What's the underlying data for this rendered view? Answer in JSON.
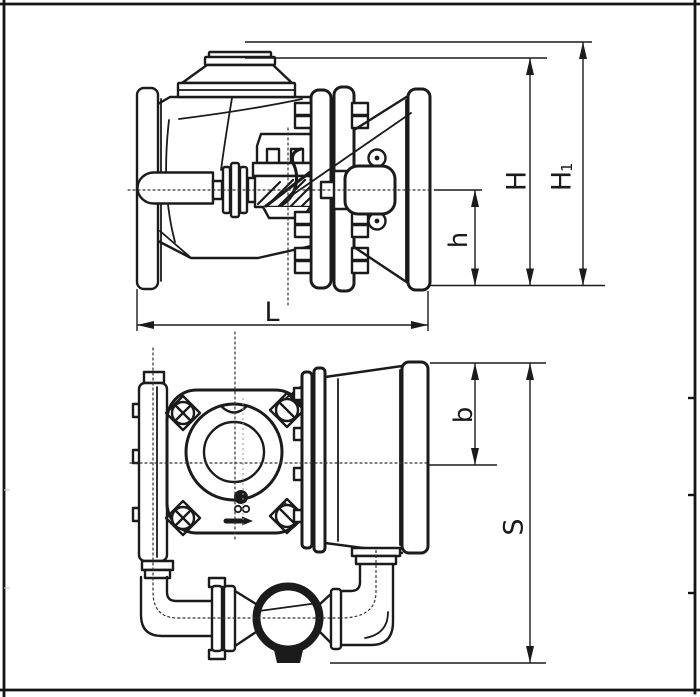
{
  "colors": {
    "background": "#ffffff",
    "object_line": "#1b1b1b",
    "centerline": "#333333",
    "frame": "#141414"
  },
  "dimensions": {
    "H": {
      "label": "H"
    },
    "H1": {
      "label": "H",
      "sub": "1"
    },
    "h": {
      "label": "h"
    },
    "L": {
      "label": "L"
    },
    "b": {
      "label": "b"
    },
    "S": {
      "label": "S"
    }
  }
}
